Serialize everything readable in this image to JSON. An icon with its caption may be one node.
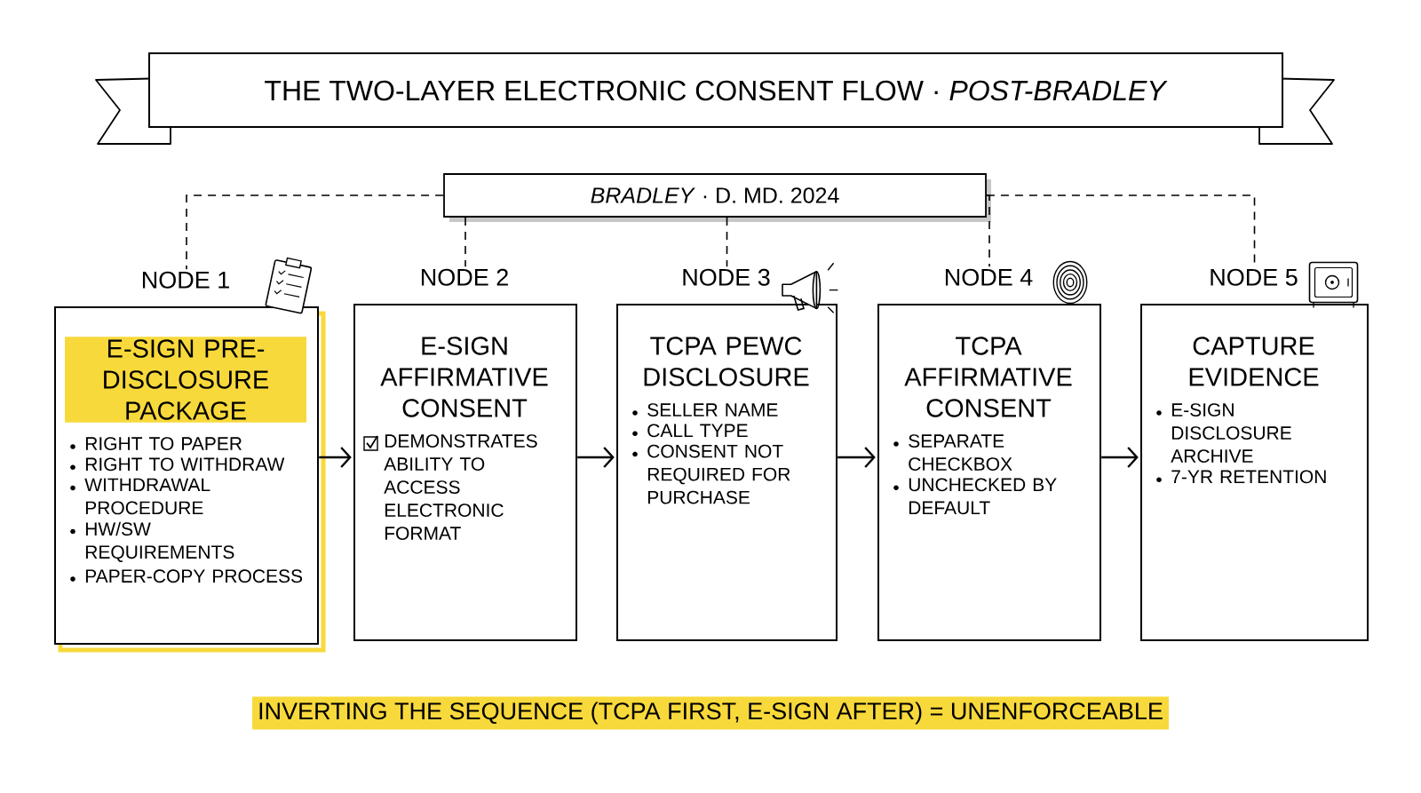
{
  "diagram": {
    "title": "THE TWO-LAYER ELECTRONIC CONSENT FLOW · *POST-BRADLEY*",
    "caption": "INVERTING THE SEQUENCE (TCPA FIRST, E-SIGN AFTER) = UNENFORCEABLE",
    "nodes": [
      {
        "text": [
          "*BRADLEY* · D. MD. 2024"
        ]
      },
      {
        "text": [
          "NODE 1",
          "E-SIGN PRE-DISCLOSURE PACKAGE",
          "RIGHT TO PAPER",
          "RIGHT TO WITHDRAW",
          "WITHDRAWAL PROCEDURE",
          "HW/SW REQUIREMENTS",
          "PAPER-COPY PROCESS"
        ]
      },
      {
        "text": [
          "NODE 2",
          "E-SIGN AFFIRMATIVE CONSENT",
          "DEMONSTRATES ABILITY TO ACCESS ELECTRONIC FORMAT"
        ]
      },
      {
        "text": [
          "NODE 3",
          "TCPA PEWC DISCLOSURE",
          "SELLER NAME",
          "CALL TYPE",
          "CONSENT NOT REQUIRED FOR PURCHASE"
        ]
      },
      {
        "text": [
          "NODE 4",
          "TCPA AFFIRMATIVE CONSENT",
          "SEPARATE CHECKBOX",
          "UNCHECKED BY DEFAULT"
        ]
      },
      {
        "text": [
          "NODE 5",
          "CAPTURE EVIDENCE",
          "E-SIGN DISCLOSURE ARCHIVE",
          "7-YR RETENTION"
        ]
      }
    ],
    "edges": [
      {
        "from": 1,
        "to": 2,
        "arrow": "to"
      },
      {
        "from": 2,
        "to": 3,
        "arrow": "to"
      },
      {
        "from": 3,
        "to": 4,
        "arrow": "to"
      },
      {
        "from": 4,
        "to": 5,
        "arrow": "to"
      },
      {
        "from": 0,
        "to": 1,
        "arrow": "none",
        "style": "dashed"
      },
      {
        "from": 0,
        "to": 2,
        "arrow": "none",
        "style": "dashed"
      },
      {
        "from": 0,
        "to": 3,
        "arrow": "none",
        "style": "dashed"
      },
      {
        "from": 0,
        "to": 4,
        "arrow": "none",
        "style": "dashed"
      },
      {
        "from": 0,
        "to": 5,
        "arrow": "none",
        "style": "dashed"
      }
    ]
  }
}
